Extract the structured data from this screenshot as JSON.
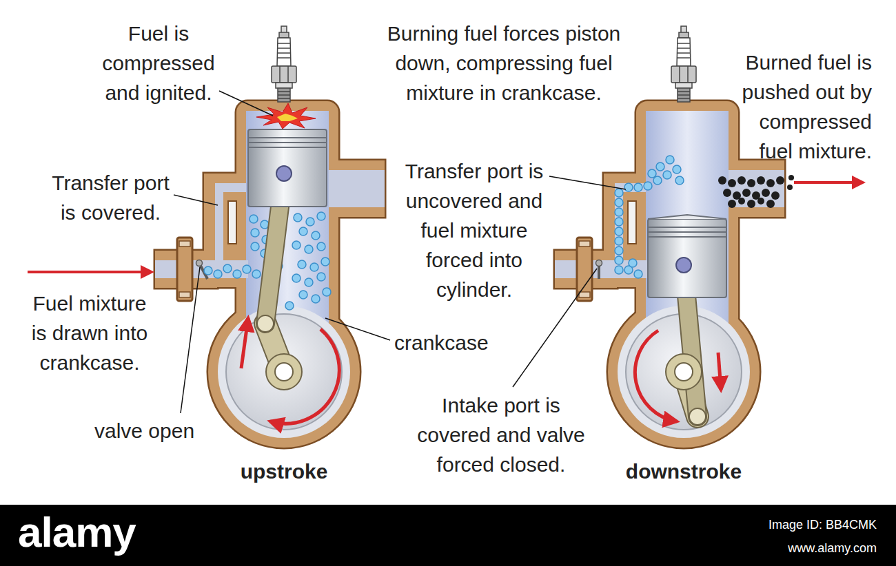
{
  "diagram": {
    "labels": [
      "Fuel is compressed and ignited.",
      "Burning fuel forces piston down, compressing fuel mixture in crankcase.",
      "Burned fuel is pushed out by compressed fuel mixture.",
      "Transfer port is covered.",
      "Transfer port is uncovered and fuel mixture forced into cylinder.",
      "Fuel mixture is drawn into crankcase.",
      "crankcase",
      "valve open",
      "Intake port is covered and valve forced closed.",
      "upstroke",
      "downstroke",
      "alamy",
      "Image ID: BB4CMK",
      "www.alamy.com"
    ]
  }
}
